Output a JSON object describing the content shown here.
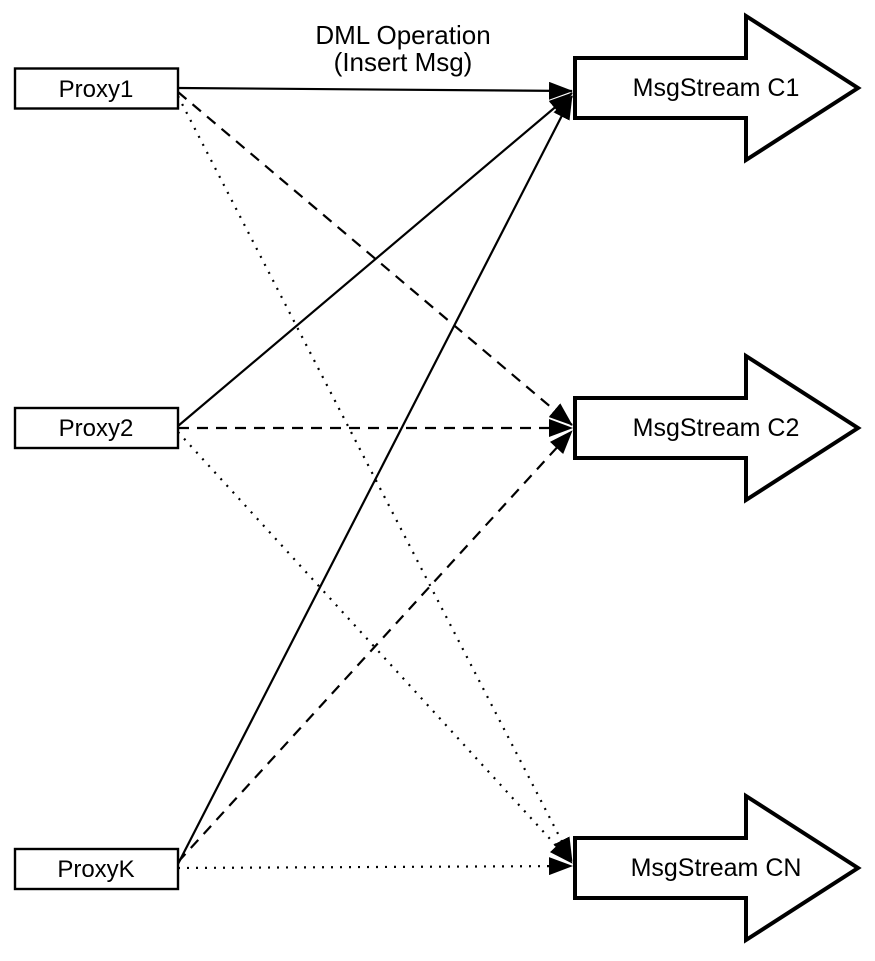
{
  "diagram": {
    "title": "Proxy to MsgStream fan-out diagram",
    "label": {
      "line1": "DML Operation",
      "line2": "(Insert Msg)"
    },
    "proxies": [
      {
        "id": "proxy1",
        "label": "Proxy1"
      },
      {
        "id": "proxy2",
        "label": "Proxy2"
      },
      {
        "id": "proxyk",
        "label": "ProxyK"
      }
    ],
    "streams": [
      {
        "id": "msgstream-c1",
        "label": "MsgStream C1"
      },
      {
        "id": "msgstream-c2",
        "label": "MsgStream C2"
      },
      {
        "id": "msgstream-cn",
        "label": "MsgStream CN"
      }
    ],
    "connectors": [
      {
        "from": "Proxy1",
        "to": "MsgStream C1",
        "style": "solid"
      },
      {
        "from": "Proxy2",
        "to": "MsgStream C1",
        "style": "solid"
      },
      {
        "from": "ProxyK",
        "to": "MsgStream C1",
        "style": "solid"
      },
      {
        "from": "Proxy1",
        "to": "MsgStream C2",
        "style": "dashed"
      },
      {
        "from": "Proxy2",
        "to": "MsgStream C2",
        "style": "dashed"
      },
      {
        "from": "ProxyK",
        "to": "MsgStream C2",
        "style": "dashed"
      },
      {
        "from": "Proxy1",
        "to": "MsgStream CN",
        "style": "dotted"
      },
      {
        "from": "Proxy2",
        "to": "MsgStream CN",
        "style": "dotted"
      },
      {
        "from": "ProxyK",
        "to": "MsgStream CN",
        "style": "dotted"
      }
    ],
    "colors": {
      "stroke": "#000000",
      "fill": "#ffffff",
      "background": "#ffffff"
    }
  }
}
